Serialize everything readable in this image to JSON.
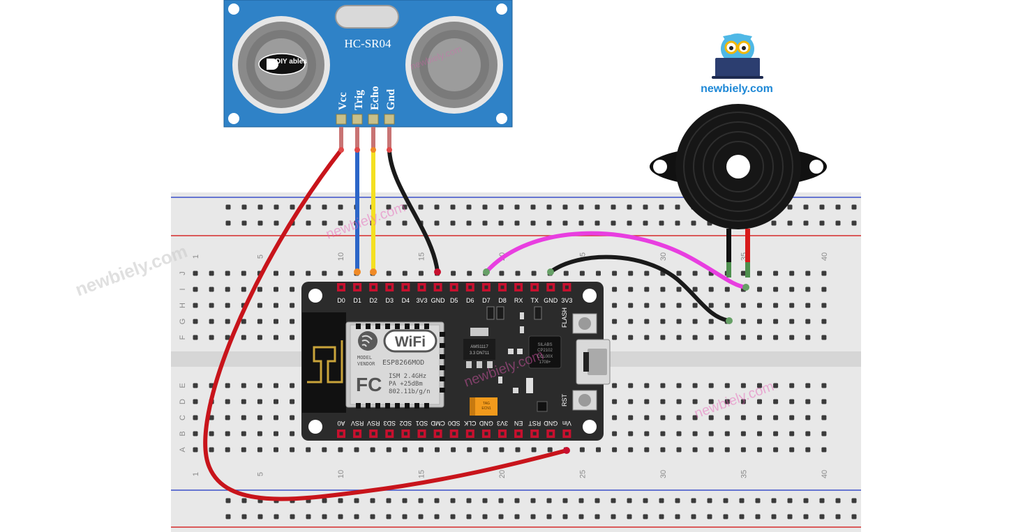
{
  "colors": {
    "breadboard": "#e8e8e8",
    "breadboard_trough": "#d4d4d4",
    "rail_red": "#d62a2a",
    "rail_blue": "#3a4fc9",
    "hole": "#3b3b3b",
    "sensor_blue": "#2f82c7",
    "board_dark": "#2b2b2b",
    "pin_red": "#c8102e",
    "wire_red": "#c8141b",
    "wire_blue": "#2c66c8",
    "wire_yellow": "#f4e022",
    "wire_black": "#1a1a1a",
    "wire_pink": "#e83ee0",
    "watermark": "#e85bb5",
    "brand_blue": "#1e88d6"
  },
  "brand": {
    "name": "newbiely.com",
    "icon": "owl-laptop-icon"
  },
  "watermarks": [
    "newbiely.com",
    "newbiely.com",
    "newbiely.com",
    "newbiely.com",
    "newbiely.com"
  ],
  "sensor": {
    "model": "HC-SR04",
    "logo": "DIY ables",
    "pins": [
      "Vcc",
      "Trig",
      "Echo",
      "Gnd"
    ]
  },
  "buzzer": {
    "icon": "piezo-buzzer-icon"
  },
  "breadboard": {
    "column_numbers": [
      "1",
      "5",
      "10",
      "15",
      "20",
      "25",
      "30",
      "35",
      "40"
    ],
    "row_letters_top": [
      "J",
      "I",
      "H",
      "G",
      "F"
    ],
    "row_letters_bottom": [
      "E",
      "D",
      "C",
      "B",
      "A"
    ]
  },
  "board": {
    "top_pins": [
      "D0",
      "D1",
      "D2",
      "D3",
      "D4",
      "3V3",
      "GND",
      "D5",
      "D6",
      "D7",
      "D8",
      "RX",
      "TX",
      "GND",
      "3V3"
    ],
    "bottom_pins": [
      "A0",
      "RSV",
      "RSV",
      "SD3",
      "SD2",
      "SD1",
      "CMD",
      "SD0",
      "CLK",
      "GND",
      "3V3",
      "EN",
      "RST",
      "GND",
      "Vin"
    ],
    "module": {
      "wifi": "WiFi",
      "fcc": "FC",
      "model_label": "MODEL",
      "vendor_label": "VENDOR",
      "model": "ESP8266MOD",
      "specs": [
        "ISM 2.4GHz",
        "PA  +25dBm",
        "802.11b/g/n"
      ]
    },
    "regulator": [
      "AMS1117",
      "3.3  DN711"
    ],
    "usb_chip": [
      "SILABS",
      "CP2102",
      "CCL00X",
      "1708+"
    ],
    "capacitor": [
      "TAG",
      "ECN1"
    ],
    "buttons": [
      "FLASH",
      "RST"
    ]
  }
}
